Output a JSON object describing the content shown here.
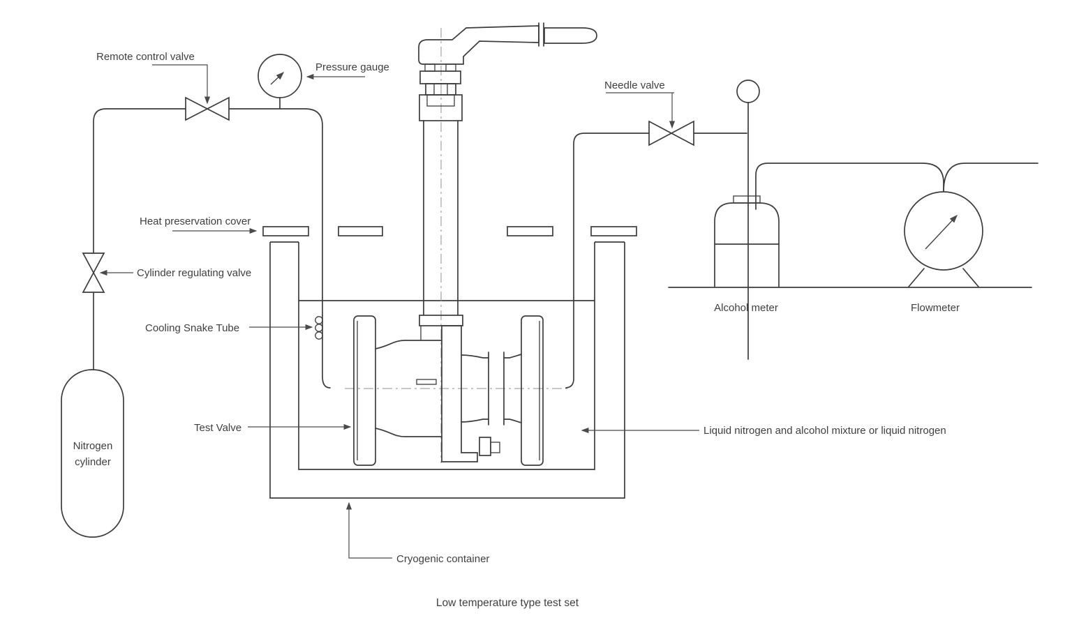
{
  "diagram": {
    "title": "Low temperature type test set",
    "labels": {
      "remote_control_valve": "Remote control valve",
      "pressure_gauge": "Pressure gauge",
      "needle_valve": "Needle valve",
      "heat_preservation_cover": "Heat preservation cover",
      "cylinder_regulating_valve": "Cylinder regulating valve",
      "cooling_snake_tube": "Cooling Snake Tube",
      "test_valve": "Test Valve",
      "nitrogen_line1": "Nitrogen",
      "nitrogen_line2": "cylinder",
      "liquid_mixture": "Liquid nitrogen and alcohol mixture or liquid nitrogen",
      "cryogenic_container": "Cryogenic container",
      "alcohol_meter": "Alcohol meter",
      "flowmeter": "Flowmeter"
    },
    "colors": {
      "line": "#3c3c3c",
      "text": "#3f3f3f",
      "centerline": "#8f8f8f",
      "background": "#ffffff"
    }
  }
}
